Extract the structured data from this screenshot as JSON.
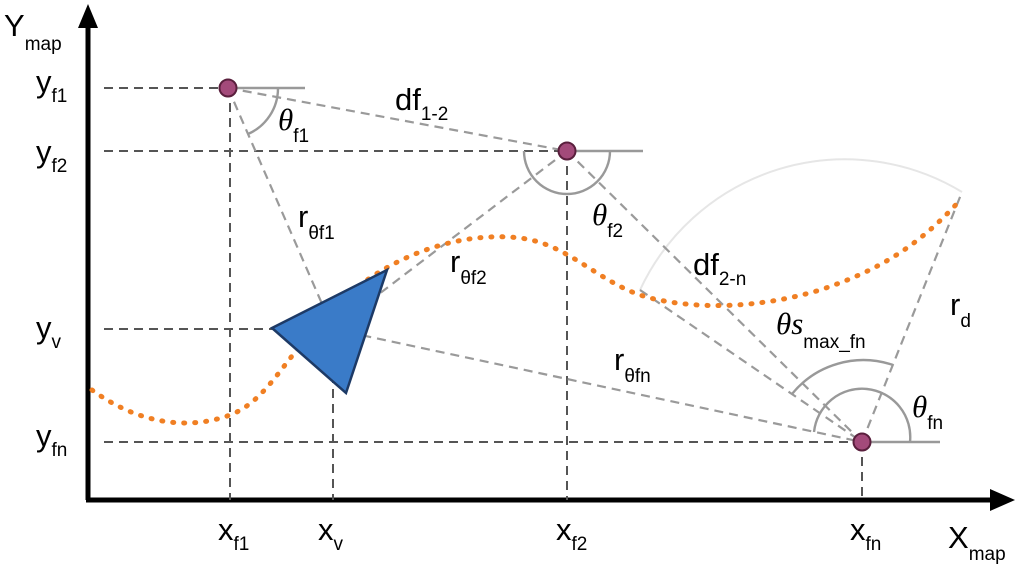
{
  "axes": {
    "x_label": "X",
    "x_sub": "map",
    "y_label": "Y",
    "y_sub": "map"
  },
  "ticks_x": [
    {
      "main": "x",
      "sub": "f1"
    },
    {
      "main": "x",
      "sub": "v"
    },
    {
      "main": "x",
      "sub": "f2"
    },
    {
      "main": "x",
      "sub": "fn"
    }
  ],
  "ticks_y": [
    {
      "main": "y",
      "sub": "f1"
    },
    {
      "main": "y",
      "sub": "f2"
    },
    {
      "main": "y",
      "sub": "v"
    },
    {
      "main": "y",
      "sub": "fn"
    }
  ],
  "annotations": {
    "df12": {
      "main": "df",
      "sub": "1-2"
    },
    "df2n": {
      "main": "df",
      "sub": "2-n"
    },
    "theta_f1": {
      "main": "θ",
      "sub": "f1"
    },
    "theta_f2": {
      "main": "θ",
      "sub": "f2"
    },
    "theta_fn": {
      "main": "θ",
      "sub": "fn"
    },
    "theta_smax": {
      "main": "θs",
      "sub": "max_fn"
    },
    "r_theta_f1": {
      "main": "r",
      "sub": "θf1"
    },
    "r_theta_f2": {
      "main": "r",
      "sub": "θf2"
    },
    "r_theta_fn": {
      "main": "r",
      "sub": "θfn"
    },
    "r_d": {
      "main": "r",
      "sub": "d"
    }
  },
  "colors": {
    "vehicle_fill": "#3a7bc8",
    "vehicle_stroke": "#1d3a66",
    "feature_fill": "#a34a7a",
    "feature_stroke": "#5a1f3d",
    "trajectory": "#f07f23"
  },
  "icons": {
    "vehicle": "triangle-vehicle-icon",
    "feature": "feature-point-icon"
  }
}
